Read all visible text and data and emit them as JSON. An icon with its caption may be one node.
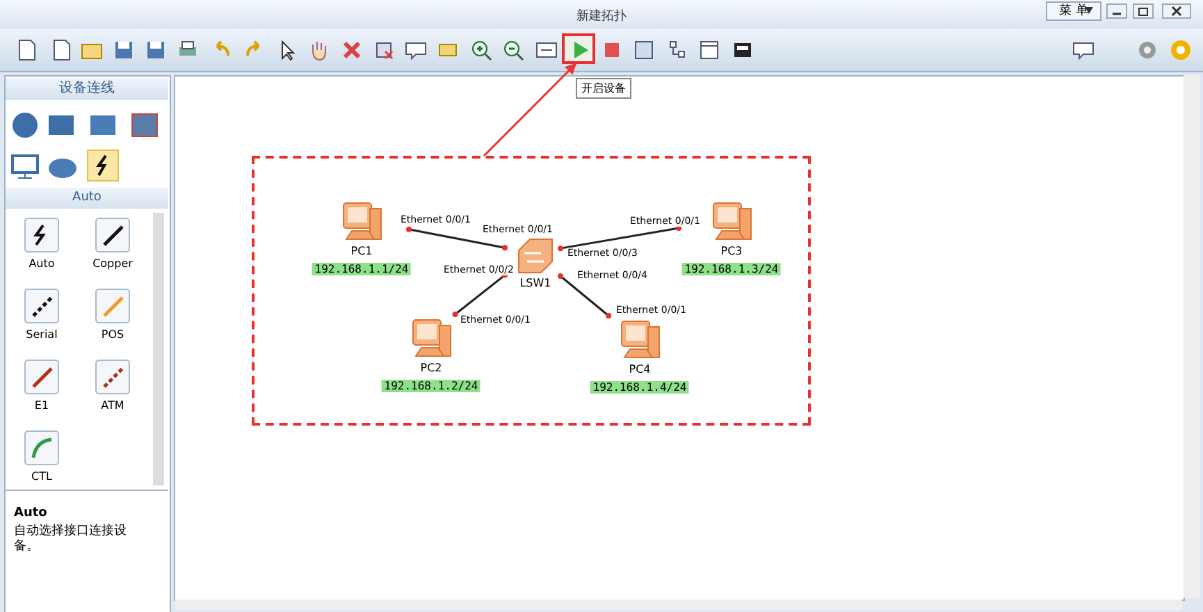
{
  "diagram": {
    "nodes": [
      {
        "text": [],
        "shape": "box",
        "beside": [
          "开启设备"
        ]
      },
      {
        "text": [],
        "shape": "box"
      },
      {
        "text": [
          "PC1"
        ],
        "in": 1,
        "beside": [
          "192.168.1.1/24"
        ]
      },
      {
        "text": [
          "LSW1"
        ],
        "in": 1
      },
      {
        "text": [
          "PC3"
        ],
        "in": 1,
        "beside": [
          "192.168.1.3/24"
        ]
      },
      {
        "text": [
          "PC2"
        ],
        "in": 1,
        "beside": [
          "192.168.1.2/24"
        ]
      },
      {
        "text": [
          "PC4"
        ],
        "in": 1,
        "beside": [
          "192.168.1.4/24"
        ]
      }
    ],
    "edges": [
      {
        "from": 1,
        "to": 0,
        "arrow": "to",
        "color": "#ee3333"
      },
      {
        "from": 2,
        "to": 3,
        "arrow": "none"
      },
      {
        "from": 3,
        "to": 4,
        "arrow": "none"
      },
      {
        "from": 3,
        "to": 5,
        "arrow": "none"
      },
      {
        "from": 3,
        "to": 6,
        "arrow": "none"
      }
    ],
    "labels": [
      "新建拓扑",
      "菜 单",
      "设备连线",
      "Auto",
      "Auto",
      "Copper",
      "Serial",
      "POS",
      "E1",
      "ATM",
      "CTL",
      "Auto",
      "自动选择接口连接设备。",
      "Ethernet 0/0/1",
      "Ethernet 0/0/1",
      "Ethernet 0/0/1",
      "Ethernet 0/0/3",
      "Ethernet 0/0/2",
      "Ethernet 0/0/4",
      "Ethernet 0/0/1",
      "Ethernet 0/0/1"
    ]
  }
}
